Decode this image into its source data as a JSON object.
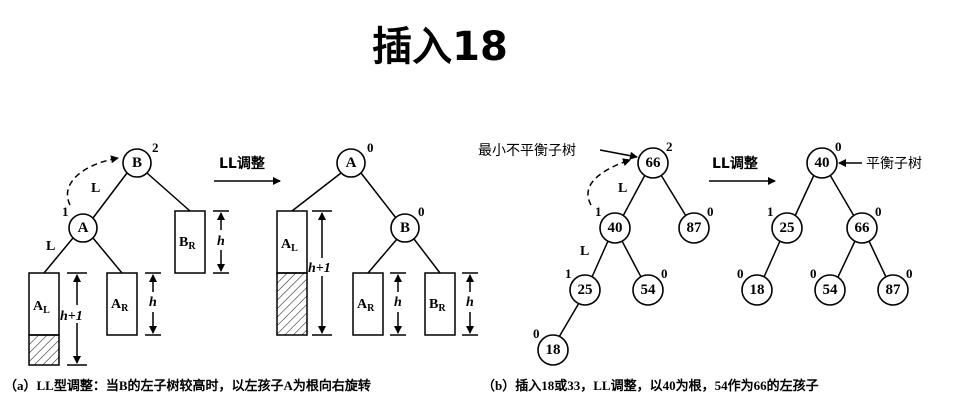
{
  "title": "插入18",
  "panel_a": {
    "before": {
      "nodes": {
        "B": "B",
        "A": "A"
      },
      "balance": {
        "B": "2",
        "A": "1"
      },
      "edge_labels": [
        "L",
        "L"
      ],
      "subtrees": {
        "AL": {
          "main": "A",
          "sub": "L"
        },
        "AR": {
          "main": "A",
          "sub": "R"
        },
        "BR": {
          "main": "B",
          "sub": "R"
        }
      },
      "heights": {
        "AL": "h+1",
        "AR": "h",
        "BR": "h"
      }
    },
    "arrow_label": "LL调整",
    "after": {
      "nodes": {
        "A": "A",
        "B": "B"
      },
      "balance": {
        "A": "0",
        "B": "0"
      },
      "subtrees": {
        "AL": {
          "main": "A",
          "sub": "L"
        },
        "AR": {
          "main": "A",
          "sub": "R"
        },
        "BR": {
          "main": "B",
          "sub": "R"
        }
      },
      "heights": {
        "AL": "h+1",
        "AR": "h",
        "BR": "h"
      }
    },
    "caption": "（a）LL型调整：当B的左子树较高时，以左孩子A为根向右旋转"
  },
  "panel_b": {
    "before": {
      "annotation": "最小不平衡子树",
      "nodes": {
        "66": "66",
        "40": "40",
        "87": "87",
        "25": "25",
        "54": "54",
        "18": "18"
      },
      "balance": {
        "66": "2",
        "40": "1",
        "87": "0",
        "25": "1",
        "54": "0",
        "18": "0"
      },
      "edge_labels": [
        "L",
        "L"
      ]
    },
    "arrow_label": "LL调整",
    "after": {
      "annotation": "平衡子树",
      "nodes": {
        "40": "40",
        "25": "25",
        "66": "66",
        "18": "18",
        "54": "54",
        "87": "87"
      },
      "balance": {
        "40": "0",
        "25": "1",
        "66": "0",
        "18": "0",
        "54": "0",
        "87": "0"
      }
    },
    "caption": "（b）插入18或33，LL调整，以40为根，54作为66的左孩子"
  }
}
